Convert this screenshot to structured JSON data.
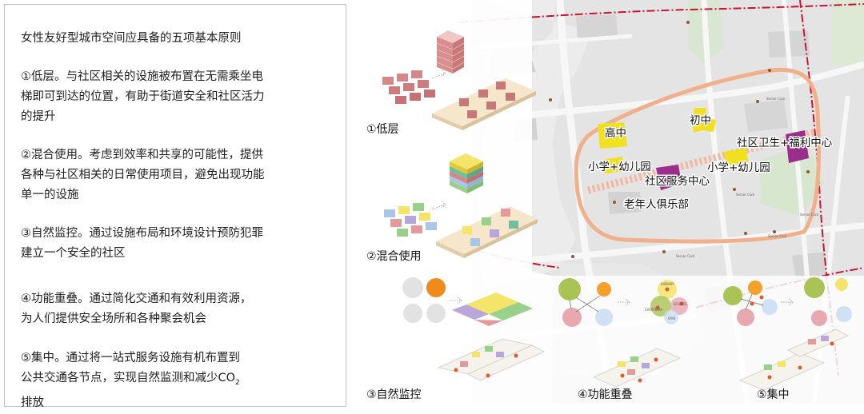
{
  "principles": {
    "title": "女性友好型城市空间应具备的五项基本原则",
    "items": [
      {
        "lines": [
          "①低层。与社区相关的设施被布置在无需乘坐电",
          "梯即可到达的位置，有助于街道安全和社区活力",
          "的提升"
        ]
      },
      {
        "lines": [
          "②混合使用。考虑到效率和共享的可能性，提供",
          "各种与社区相关的日常使用项目，避免出现功能",
          "单一的设施"
        ]
      },
      {
        "lines": [
          "③自然监控。通过设施布局和环境设计预防犯罪",
          "建立一个安全的社区"
        ]
      },
      {
        "lines": [
          "④功能重叠。通过简化交通和有效利用资源，",
          "为人们提供安全场所和各种聚会机会"
        ]
      },
      {
        "lines": [
          "⑤集中。通过将一站式服务设施有机布置到",
          "公共交通各节点，实现自然监测和减少CO"
        ],
        "subscript": "2",
        "last_line": "排放"
      }
    ]
  },
  "diagram_labels": {
    "low_rise": "①低层",
    "mixed_use": "②混合使用",
    "surveillance": "③自然监控",
    "overlap": "④功能重叠",
    "concentration": "⑤集中"
  },
  "map_labels": {
    "high_school": "高中",
    "middle_school": "初中",
    "primary_kindergarten_left": "小学+幼儿园",
    "primary_kindergarten_right": "小学+幼儿园",
    "community_service": "社区服务中心",
    "health_welfare": "社区卫生+福利中心",
    "senior_club": "老年人俱乐部"
  },
  "small_labels": {
    "overlap_nodes": [
      "LIBRARY",
      "CAFETERIA",
      "SCHOOL",
      "GYM"
    ],
    "map_tiny": [
      "Senior Club",
      "Senior Club",
      "Senior Club",
      "Senior Club",
      "Senior Club"
    ]
  },
  "colors": {
    "pink_block": "#e6a5a5",
    "salmon_outline": "#f0b08c",
    "yellow_facility": "#f0e020",
    "purple_facility": "#9b2d8c",
    "railway_red": "#c8142e",
    "circle_green": "#a9c455",
    "circle_orange": "#f3a02c",
    "circle_pink": "#e8a8b0",
    "circle_blue": "#cfe1f3",
    "circle_yellow": "#f6e36a"
  }
}
